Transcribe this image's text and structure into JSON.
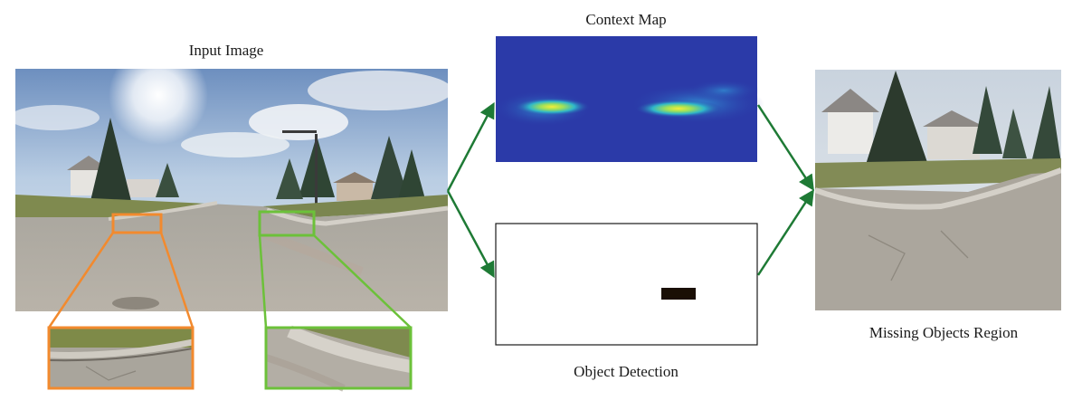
{
  "labels": {
    "input_image": "Input Image",
    "context_map": "Context Map",
    "object_detection": "Object Detection",
    "missing_objects_region": "Missing Objects Region"
  },
  "colors": {
    "highlight_left": "#f28a2e",
    "highlight_right": "#6cc13a",
    "arrow": "#1e7a35",
    "heatmap_background": "#2b3aa8",
    "heatmap_hot": "#f2e23a",
    "detection_box": "#1a0f05"
  }
}
